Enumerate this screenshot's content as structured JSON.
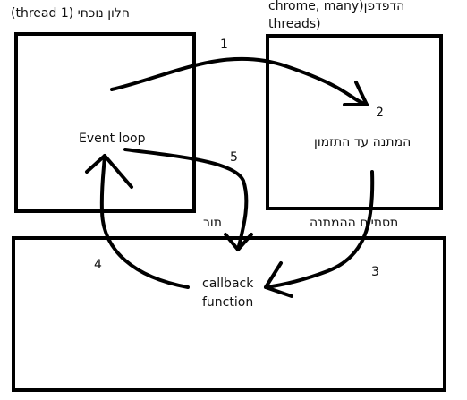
{
  "labels": {
    "current_window": "חלון נוכחי (1 thread)",
    "browser_line1": "הדפדפן(chrome, many",
    "browser_line2": "threads)",
    "event_loop": "Event loop",
    "wait_timeout": "המתנה עד התזמון",
    "queue": "תור",
    "wait_finished": "תסתיים ההמתנה",
    "callback_line1": "callback",
    "callback_line2": "function"
  },
  "steps": {
    "s1": "1",
    "s2": "2",
    "s3": "3",
    "s4": "4",
    "s5": "5"
  },
  "colors": {
    "stroke": "#000000",
    "background": "#ffffff"
  }
}
